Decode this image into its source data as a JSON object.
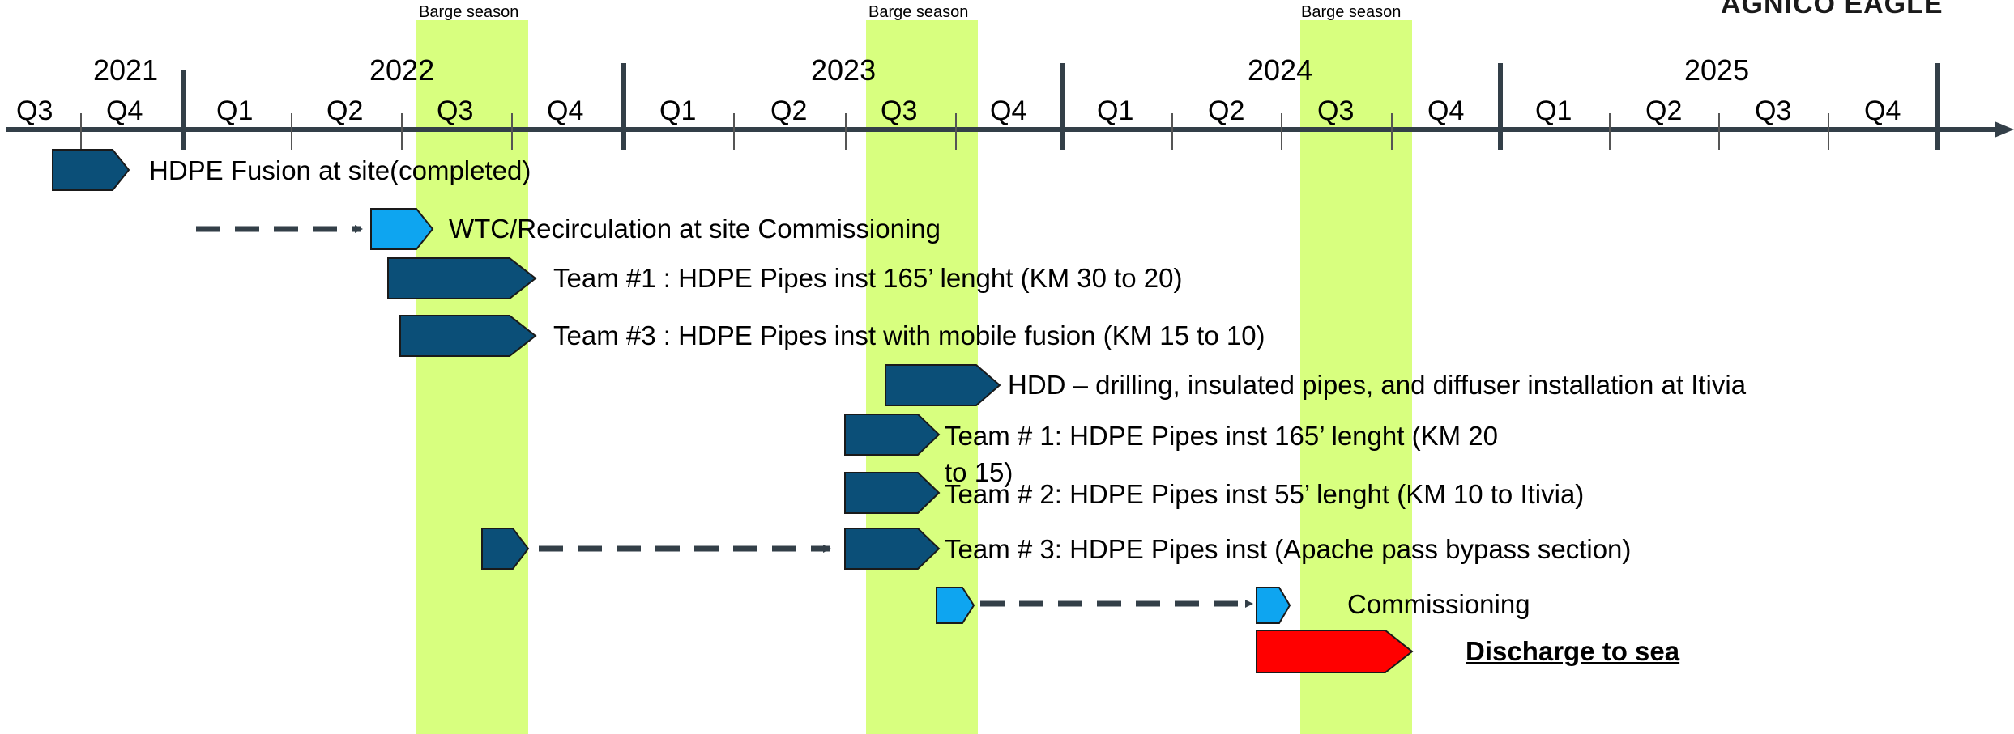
{
  "logo_text": "AGNICO EAGLE",
  "barge_label": "Barge season",
  "years": [
    "2021",
    "2022",
    "2023",
    "2024",
    "2025"
  ],
  "quarters": [
    "Q3",
    "Q4",
    "Q1",
    "Q2",
    "Q3",
    "Q4",
    "Q1",
    "Q2",
    "Q3",
    "Q4",
    "Q1",
    "Q2",
    "Q3",
    "Q4",
    "Q1",
    "Q2",
    "Q3",
    "Q4"
  ],
  "tasks": [
    {
      "label": "HDPE Fusion at site(completed)",
      "color": "#0b4f78"
    },
    {
      "label": "WTC/Recirculation at site Commissioning",
      "color": "#0ea5f0"
    },
    {
      "label": "Team #1 : HDPE Pipes inst 165’ lenght (KM 30 to 20)",
      "color": "#0b4f78"
    },
    {
      "label": "Team #3 : HDPE Pipes inst with mobile fusion (KM 15 to 10)",
      "color": "#0b4f78"
    },
    {
      "label": "HDD – drilling, insulated pipes, and diffuser installation at Itivia",
      "color": "#0b4f78"
    },
    {
      "label": "Team # 1: HDPE Pipes inst 165’ lenght (KM 20 to 15)",
      "color": "#0b4f78"
    },
    {
      "label": "Team # 2: HDPE Pipes inst 55’ lenght (KM 10 to Itivia)",
      "color": "#0b4f78"
    },
    {
      "label": "Team # 3: HDPE Pipes inst (Apache pass bypass section)",
      "color": "#0b4f78"
    },
    {
      "label": "Commissioning",
      "color": "#0ea5f0"
    },
    {
      "label": "Discharge to sea",
      "color": "#ff0000"
    }
  ],
  "colors": {
    "axis": "#333f48",
    "barge": "#d8ff7f",
    "dark_task": "#0b4f78",
    "light_task": "#0ea5f0",
    "discharge": "#ff0000"
  }
}
